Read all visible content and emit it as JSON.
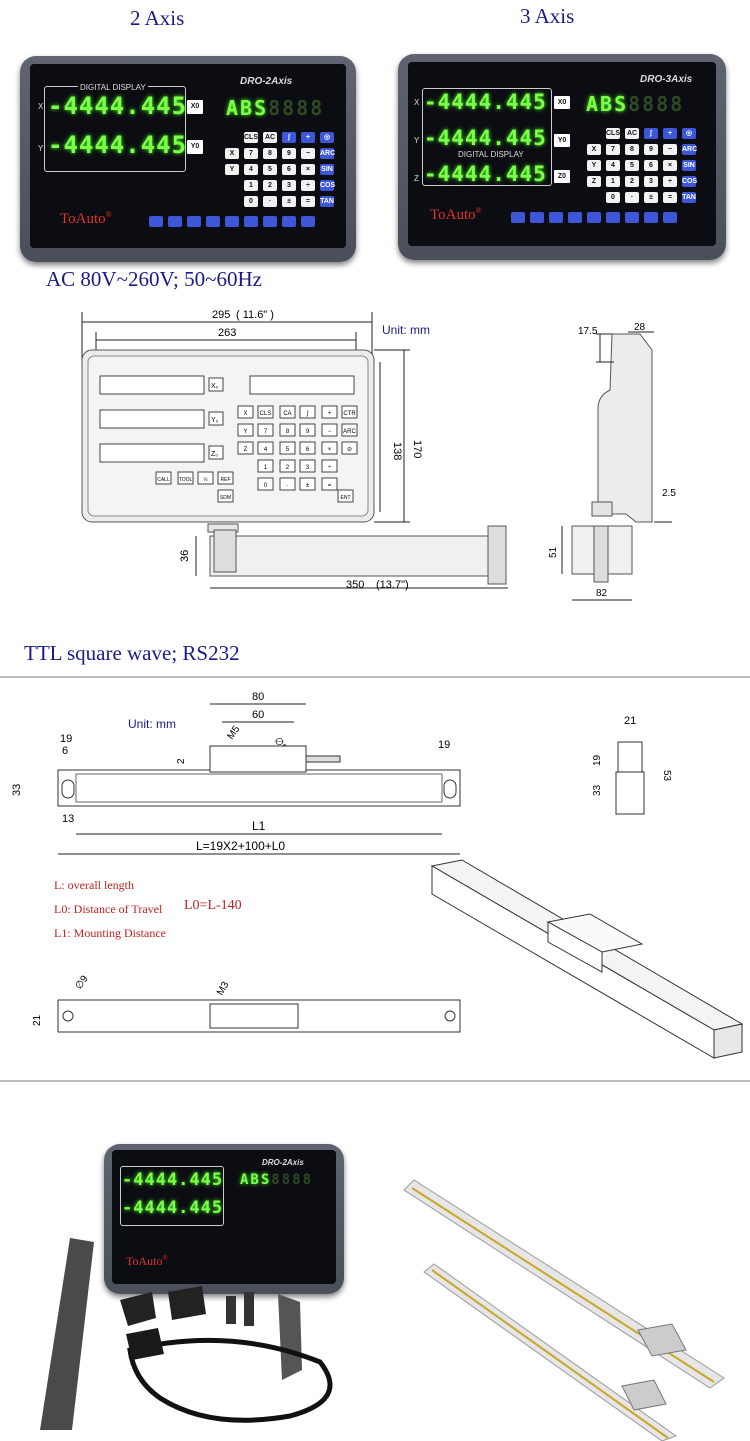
{
  "headings": {
    "two_axis": "2 Axis",
    "three_axis": "3 Axis",
    "power": "AC 80V~260V; 50~60Hz",
    "signal": "TTL square wave; RS232"
  },
  "dro2": {
    "model": "DRO-2Axis",
    "brand": "ToAuto",
    "panel_label": "DIGITAL DISPLAY",
    "readouts": [
      {
        "axis": "X",
        "value": "-4444.445",
        "zero_key": "X0"
      },
      {
        "axis": "Y",
        "value": "-4444.445",
        "zero_key": "Y0"
      }
    ],
    "mode": "ABS"
  },
  "dro3": {
    "model": "DRO-3Axis",
    "brand": "ToAuto",
    "panel_label": "DIGITAL DISPLAY",
    "readouts": [
      {
        "axis": "X",
        "value": "-4444.445",
        "zero_key": "X0"
      },
      {
        "axis": "Y",
        "value": "-4444.445",
        "zero_key": "Y0"
      },
      {
        "axis": "Z",
        "value": "-4444.445",
        "zero_key": "Z0"
      }
    ],
    "mode": "ABS"
  },
  "keypad": {
    "row1": [
      "CLS",
      "AC",
      "∫",
      "+",
      "◎"
    ],
    "row2": [
      "7",
      "8",
      "9",
      "−",
      "ARC"
    ],
    "row3": [
      "4",
      "5",
      "6",
      "×",
      "SIN"
    ],
    "row4": [
      "1",
      "2",
      "3",
      "÷",
      "COS"
    ],
    "row5": [
      "0",
      "·",
      "±",
      "=",
      "TAN"
    ]
  },
  "drawing1": {
    "unit": "Unit: mm",
    "w_total": "295",
    "w_total_in": "( 11.6\" )",
    "w_inner": "263",
    "h_total": "170",
    "h_inner": "138",
    "depth_top": "17.5",
    "depth": "28",
    "gap": "2.5",
    "bracket_h": "36",
    "arm": "350",
    "arm_in": "(13.7\")",
    "side_h": "51",
    "side_w": "82",
    "keys": [
      "X",
      "CLS",
      "CA",
      "∫",
      "+",
      "CTR",
      "Y",
      "7",
      "8",
      "9",
      "−",
      "ARC",
      "Z",
      "4",
      "5",
      "6",
      "×",
      "⊘",
      "1",
      "2",
      "3",
      "÷",
      "0",
      "·",
      "±",
      "="
    ],
    "axes": [
      "X₀",
      "Y₀",
      "Z₀"
    ],
    "fn_keys": [
      "CALL",
      "TOOL",
      "½",
      "REF",
      "SDM",
      "ENT"
    ]
  },
  "drawing2": {
    "unit": "Unit: mm",
    "d80": "80",
    "d60": "60",
    "m5": "M5",
    "d8": "∅8",
    "d19a": "19",
    "d6": "6",
    "d19b": "19",
    "d2": "2",
    "d33": "33",
    "d13": "13",
    "l1": "L1",
    "lformula": "L=19X2+100+L0",
    "s21": "21",
    "s19": "19",
    "s33": "33",
    "s53": "53",
    "b21": "21",
    "b9": "∅9",
    "bm3": "M3",
    "legend": [
      "L:  overall length",
      "L0: Distance of Travel",
      "L1: Mounting Distance"
    ],
    "l0_formula": "L0=L-140"
  },
  "colors": {
    "heading": "#1a1a8a",
    "segment": "#7cff4a",
    "key_blue": "#3d57d8",
    "brand_red": "#e03030"
  }
}
